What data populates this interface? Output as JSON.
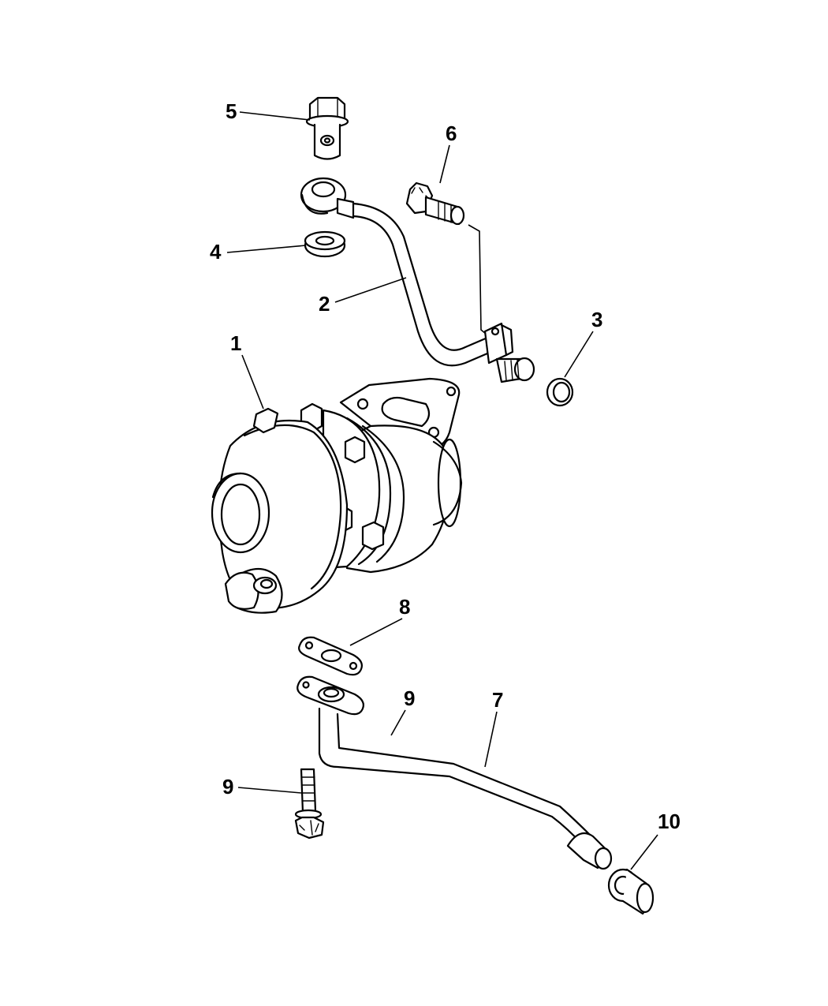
{
  "diagram": {
    "callouts": [
      {
        "id": "c1",
        "label": "1"
      },
      {
        "id": "c2",
        "label": "2"
      },
      {
        "id": "c3",
        "label": "3"
      },
      {
        "id": "c4",
        "label": "4"
      },
      {
        "id": "c5",
        "label": "5"
      },
      {
        "id": "c6",
        "label": "6"
      },
      {
        "id": "c7",
        "label": "7"
      },
      {
        "id": "c8",
        "label": "8"
      },
      {
        "id": "c9a",
        "label": "9"
      },
      {
        "id": "c9b",
        "label": "9"
      },
      {
        "id": "c10",
        "label": "10"
      }
    ],
    "colors": {
      "line": "#000000",
      "background": "#ffffff"
    }
  }
}
